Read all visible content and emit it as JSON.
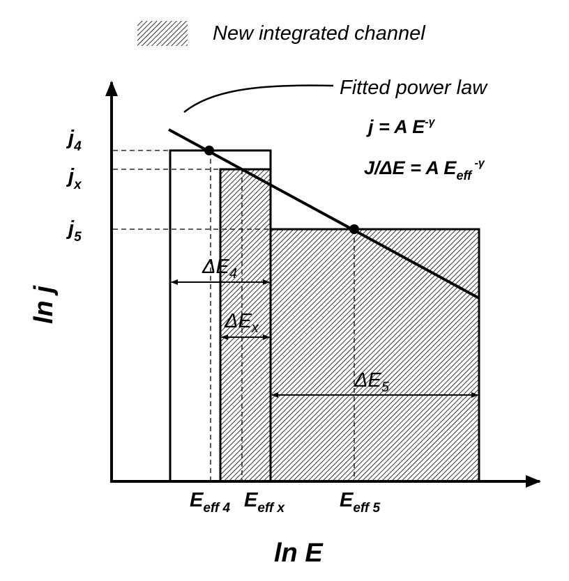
{
  "legend": {
    "label": "New integrated channel"
  },
  "annotations": {
    "fitted_label": "Fitted power law",
    "eq1": {
      "main": "j = A E",
      "sup": "-γ"
    },
    "eq2": {
      "main": "J/ΔE = A E",
      "sub": "eff",
      "sup": " -γ"
    }
  },
  "axes": {
    "y_label": "ln j",
    "x_label": "ln E"
  },
  "y_ticks": [
    {
      "main": "j",
      "sub": "4"
    },
    {
      "main": "j",
      "sub": "x"
    },
    {
      "main": "j",
      "sub": "5"
    }
  ],
  "x_ticks": [
    {
      "main": "E",
      "sub": "eff 4"
    },
    {
      "main": "E",
      "sub": "eff x"
    },
    {
      "main": "E",
      "sub": "eff 5"
    }
  ],
  "widths": [
    {
      "main": "ΔE",
      "sub": "4"
    },
    {
      "main": "ΔE",
      "sub": "x"
    },
    {
      "main": "ΔE",
      "sub": "5"
    }
  ]
}
